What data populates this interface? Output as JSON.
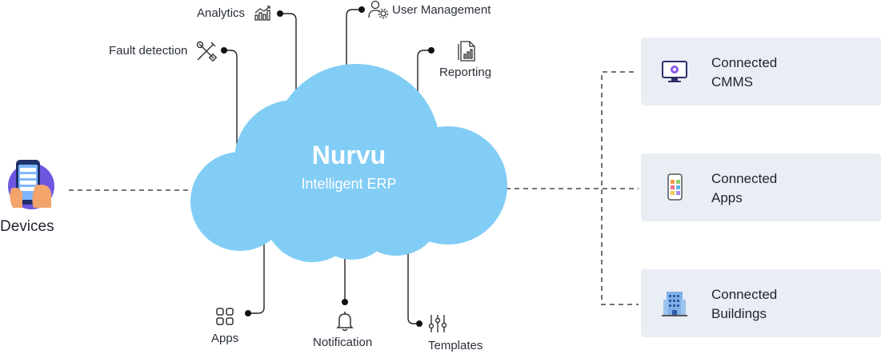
{
  "cloud": {
    "title": "Nurvu",
    "subtitle": "Intelligent ERP",
    "fill": "#82cdf5"
  },
  "devices": {
    "label": "Devices"
  },
  "features": {
    "analytics": "Analytics",
    "user_management": "User Management",
    "fault_detection": "Fault detection",
    "reporting": "Reporting",
    "apps": "Apps",
    "notification": "Notification",
    "templates": "Templates"
  },
  "connected": [
    {
      "line1": "Connected",
      "line2": "CMMS",
      "icon": "monitor-gear-icon"
    },
    {
      "line1": "Connected",
      "line2": "Apps",
      "icon": "phone-apps-icon"
    },
    {
      "line1": "Connected",
      "line2": "Buildings",
      "icon": "building-icon"
    }
  ],
  "colors": {
    "card_bg": "#e9edf4",
    "line": "#1a1a1a",
    "accent_purple": "#7b4fe0",
    "cloud": "#82cdf5"
  }
}
